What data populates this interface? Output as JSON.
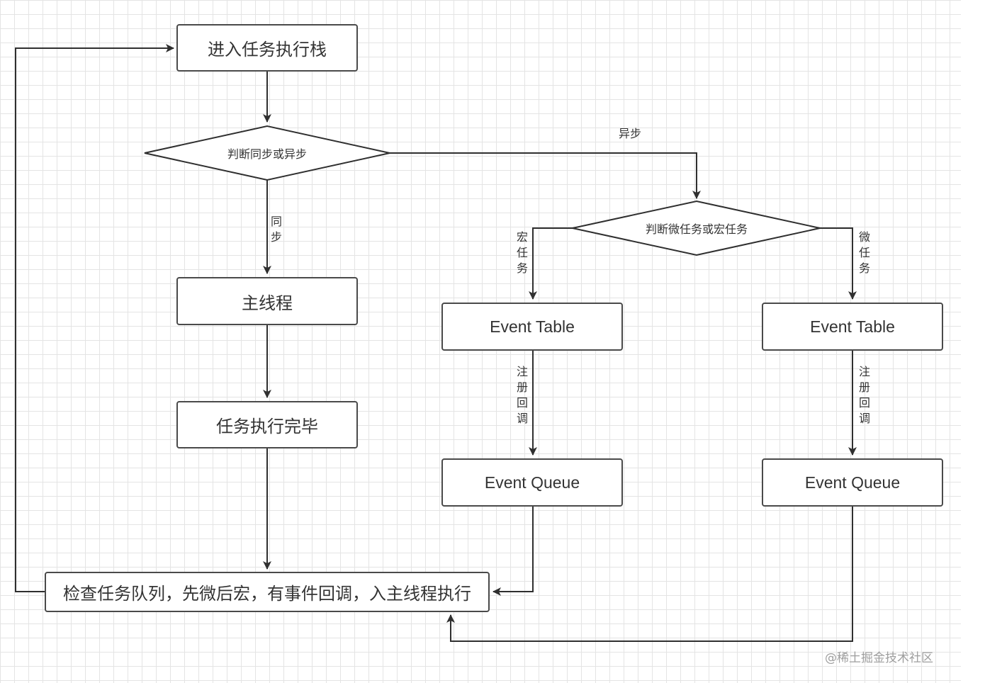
{
  "nodes": {
    "enter_stack": "进入任务执行栈",
    "judge_sync": "判断同步或异步",
    "main_thread": "主线程",
    "task_done": "任务执行完毕",
    "judge_micro_macro": "判断微任务或宏任务",
    "macro_event_table": "Event Table",
    "micro_event_table": "Event Table",
    "macro_event_queue": "Event Queue",
    "micro_event_queue": "Event Queue",
    "check_queue": "检查任务队列，先微后宏，有事件回调，入主线程执行"
  },
  "edge_labels": {
    "async": "异步",
    "sync": "同步",
    "macro_task": "宏任务",
    "micro_task": "微任务",
    "register_callback_macro": "注册回调",
    "register_callback_micro": "注册回调"
  },
  "watermark": "@稀土掘金技术社区",
  "colors": {
    "line": "#2f2f2f",
    "grid": "#e4e4e4",
    "text": "#333333"
  }
}
